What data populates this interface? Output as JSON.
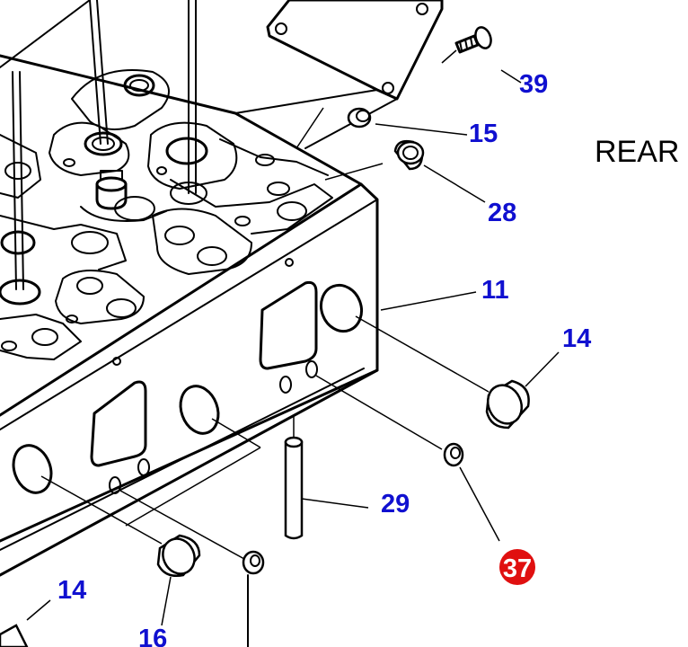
{
  "diagram": {
    "direction_label": "REAR",
    "colors": {
      "label": "#1010d0",
      "highlight_badge": "#e01010",
      "highlight_text": "#ffffff",
      "line": "#000000"
    },
    "callouts": [
      {
        "id": "39",
        "text": "39",
        "highlighted": false
      },
      {
        "id": "15",
        "text": "15",
        "highlighted": false
      },
      {
        "id": "28",
        "text": "28",
        "highlighted": false
      },
      {
        "id": "11",
        "text": "11",
        "highlighted": false
      },
      {
        "id": "14a",
        "text": "14",
        "highlighted": false
      },
      {
        "id": "29",
        "text": "29",
        "highlighted": false
      },
      {
        "id": "37",
        "text": "37",
        "highlighted": true
      },
      {
        "id": "14b",
        "text": "14",
        "highlighted": false
      },
      {
        "id": "16",
        "text": "16",
        "highlighted": false
      }
    ]
  }
}
